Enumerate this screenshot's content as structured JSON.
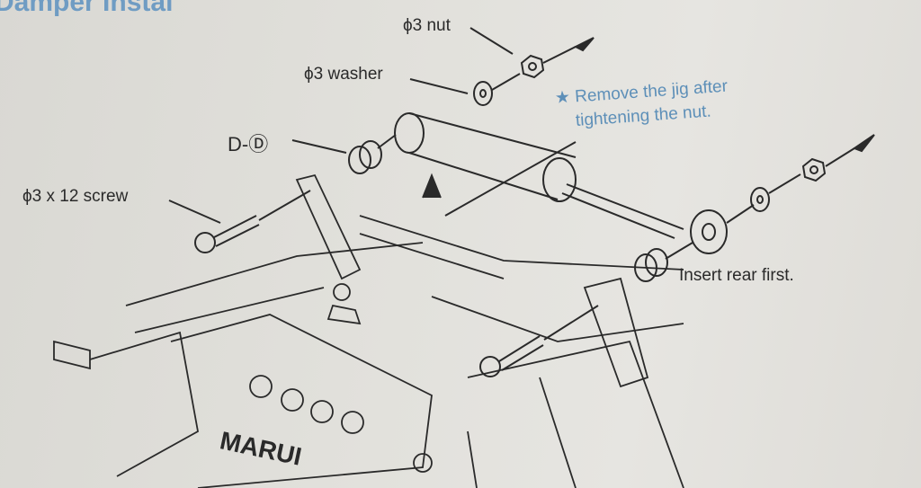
{
  "title": "Damper Instal",
  "labels": {
    "nut": "ϕ3 nut",
    "washer": "ϕ3 washer",
    "part_d": "D-Ⓓ",
    "screw": "ϕ3 x 12 screw",
    "jig_note_line1": "★ Remove the jig after",
    "jig_note_line2": "tightening the nut.",
    "insert_note": "Insert rear first.",
    "brand": "MARUI"
  },
  "colors": {
    "accent": "#5d8fb8",
    "ink": "#2a2a2a",
    "paper": "#e2e1dc"
  }
}
